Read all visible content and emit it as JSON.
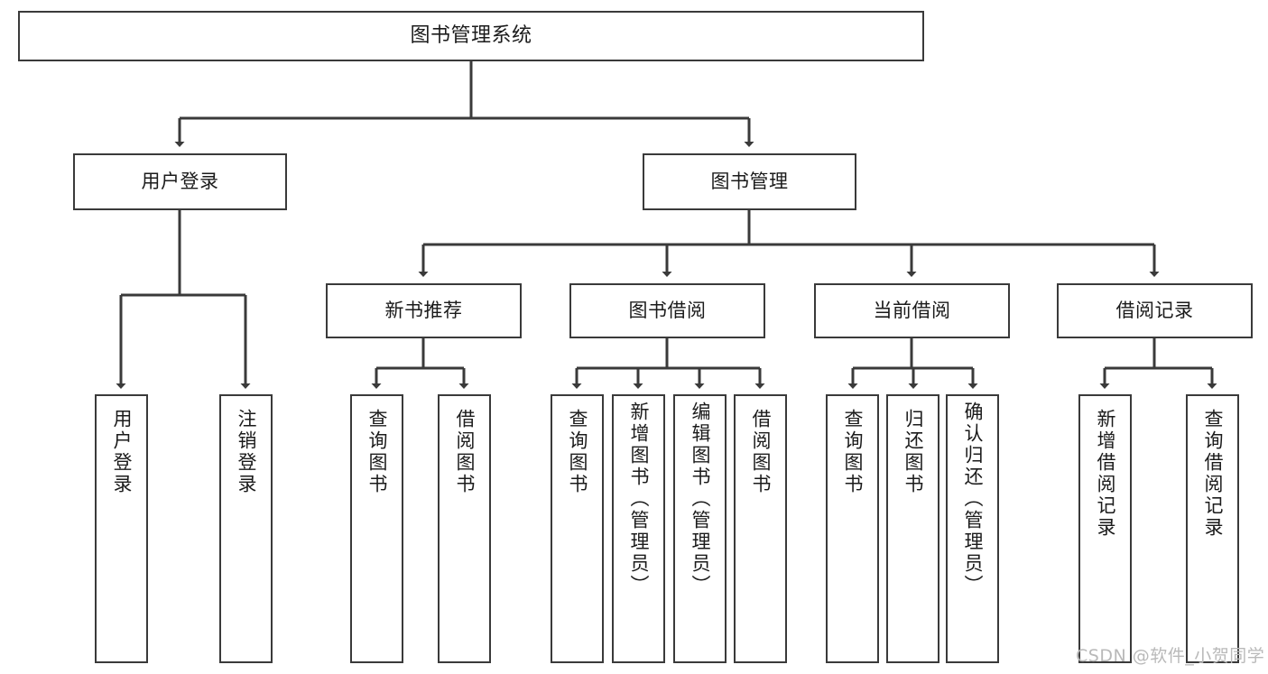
{
  "diagram": {
    "title_node": {
      "label": "图书管理系统"
    },
    "level1": [
      {
        "id": "user-login",
        "label": "用户登录"
      },
      {
        "id": "book-manage",
        "label": "图书管理"
      }
    ],
    "level2": [
      {
        "id": "new-book-recommend",
        "label": "新书推荐"
      },
      {
        "id": "book-borrow",
        "label": "图书借阅"
      },
      {
        "id": "current-borrow",
        "label": "当前借阅"
      },
      {
        "id": "borrow-record",
        "label": "借阅记录"
      }
    ],
    "leaves": [
      {
        "id": "leaf-user-login",
        "label": "用户登录",
        "parent": "user-login"
      },
      {
        "id": "leaf-user-logout",
        "label": "注销登录",
        "parent": "user-login"
      },
      {
        "id": "leaf-query-book-1",
        "label": "查询图书",
        "parent": "new-book-recommend"
      },
      {
        "id": "leaf-borrow-book-1",
        "label": "借阅图书",
        "parent": "new-book-recommend"
      },
      {
        "id": "leaf-query-book-2",
        "label": "查询图书",
        "parent": "book-borrow"
      },
      {
        "id": "leaf-add-book",
        "label": "新增图书（管理员）",
        "parent": "book-borrow"
      },
      {
        "id": "leaf-edit-book",
        "label": "编辑图书（管理员）",
        "parent": "book-borrow"
      },
      {
        "id": "leaf-borrow-book-2",
        "label": "借阅图书",
        "parent": "book-borrow"
      },
      {
        "id": "leaf-query-book-3",
        "label": "查询图书",
        "parent": "current-borrow"
      },
      {
        "id": "leaf-return-book",
        "label": "归还图书",
        "parent": "current-borrow"
      },
      {
        "id": "leaf-confirm-return",
        "label": "确认归还（管理员）",
        "parent": "current-borrow"
      },
      {
        "id": "leaf-add-record",
        "label": "新增借阅记录",
        "parent": "borrow-record"
      },
      {
        "id": "leaf-query-record",
        "label": "查询借阅记录",
        "parent": "borrow-record"
      }
    ]
  },
  "watermark": {
    "text": "CSDN @软件_小贺同学"
  },
  "colors": {
    "stroke": "#3a3a3a",
    "box_fill": "#ffffff",
    "text": "#1b1b1b",
    "watermark": "#b9b9b9"
  }
}
